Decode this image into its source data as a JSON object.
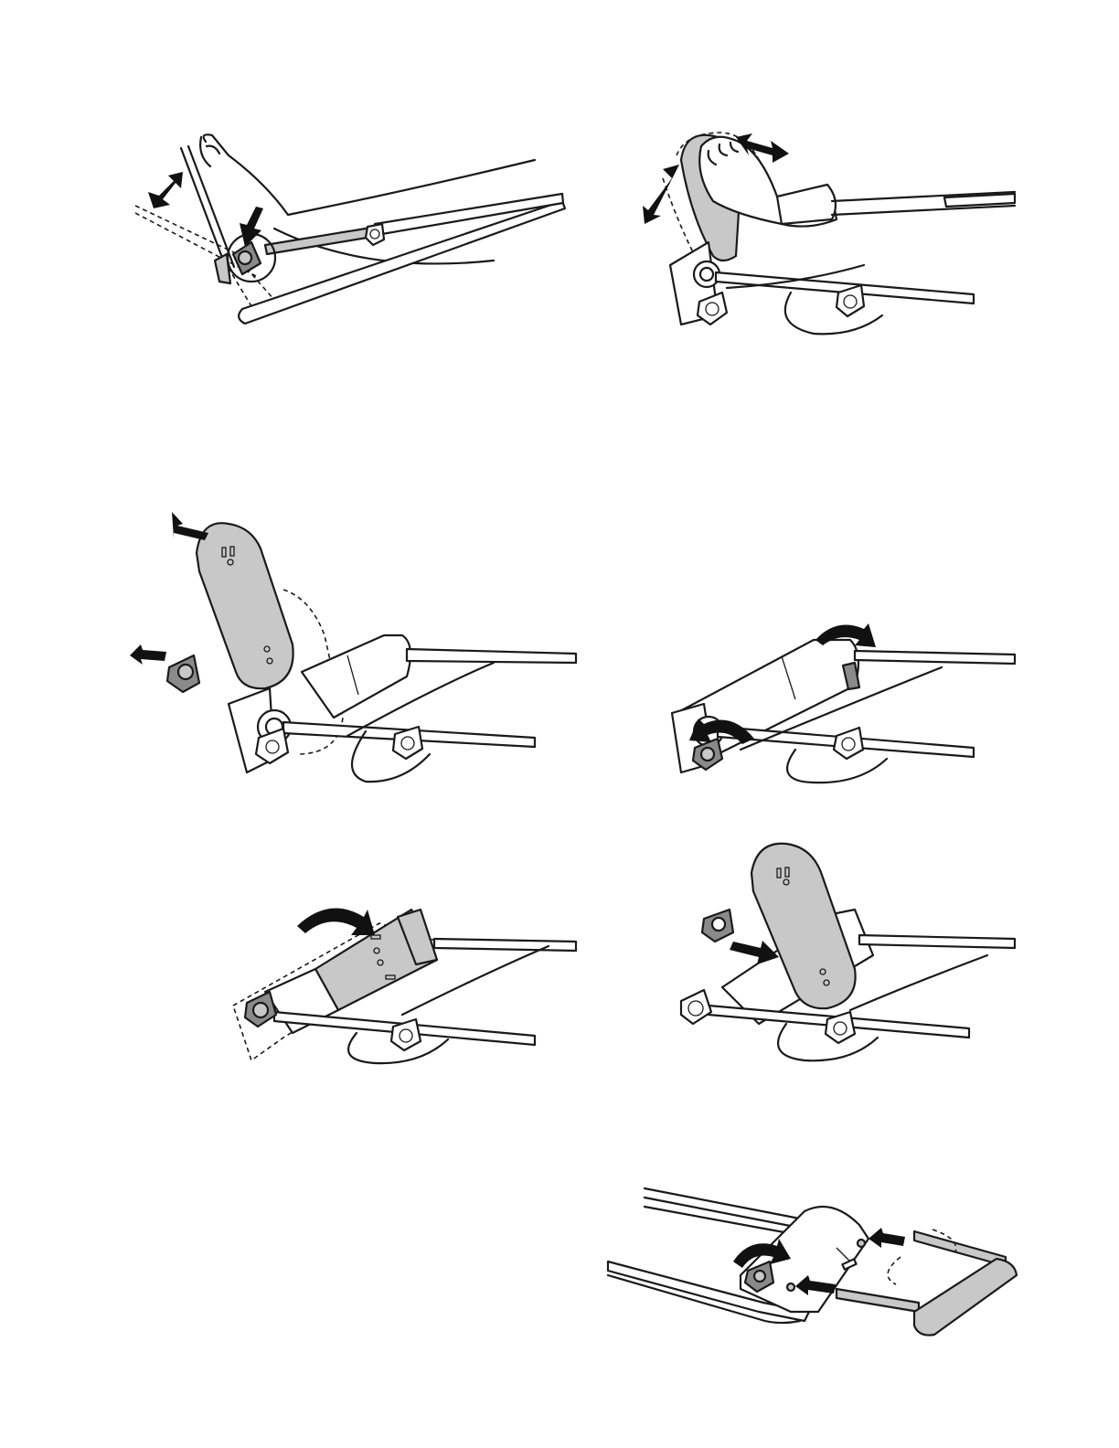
{
  "page": {
    "background": "#ffffff",
    "illustrations": [
      "foot-pedal-adjust",
      "foot-pedal-pivot",
      "remove-pedal-knob",
      "rotate-knobs",
      "rotate-housing",
      "install-pedal-knob",
      "attach-handle-bar"
    ]
  },
  "colors": {
    "line": "#1a1a1a",
    "part_grey": "#c8c8c8",
    "knob_dark": "#8a8a8a",
    "arrow": "#111111"
  }
}
